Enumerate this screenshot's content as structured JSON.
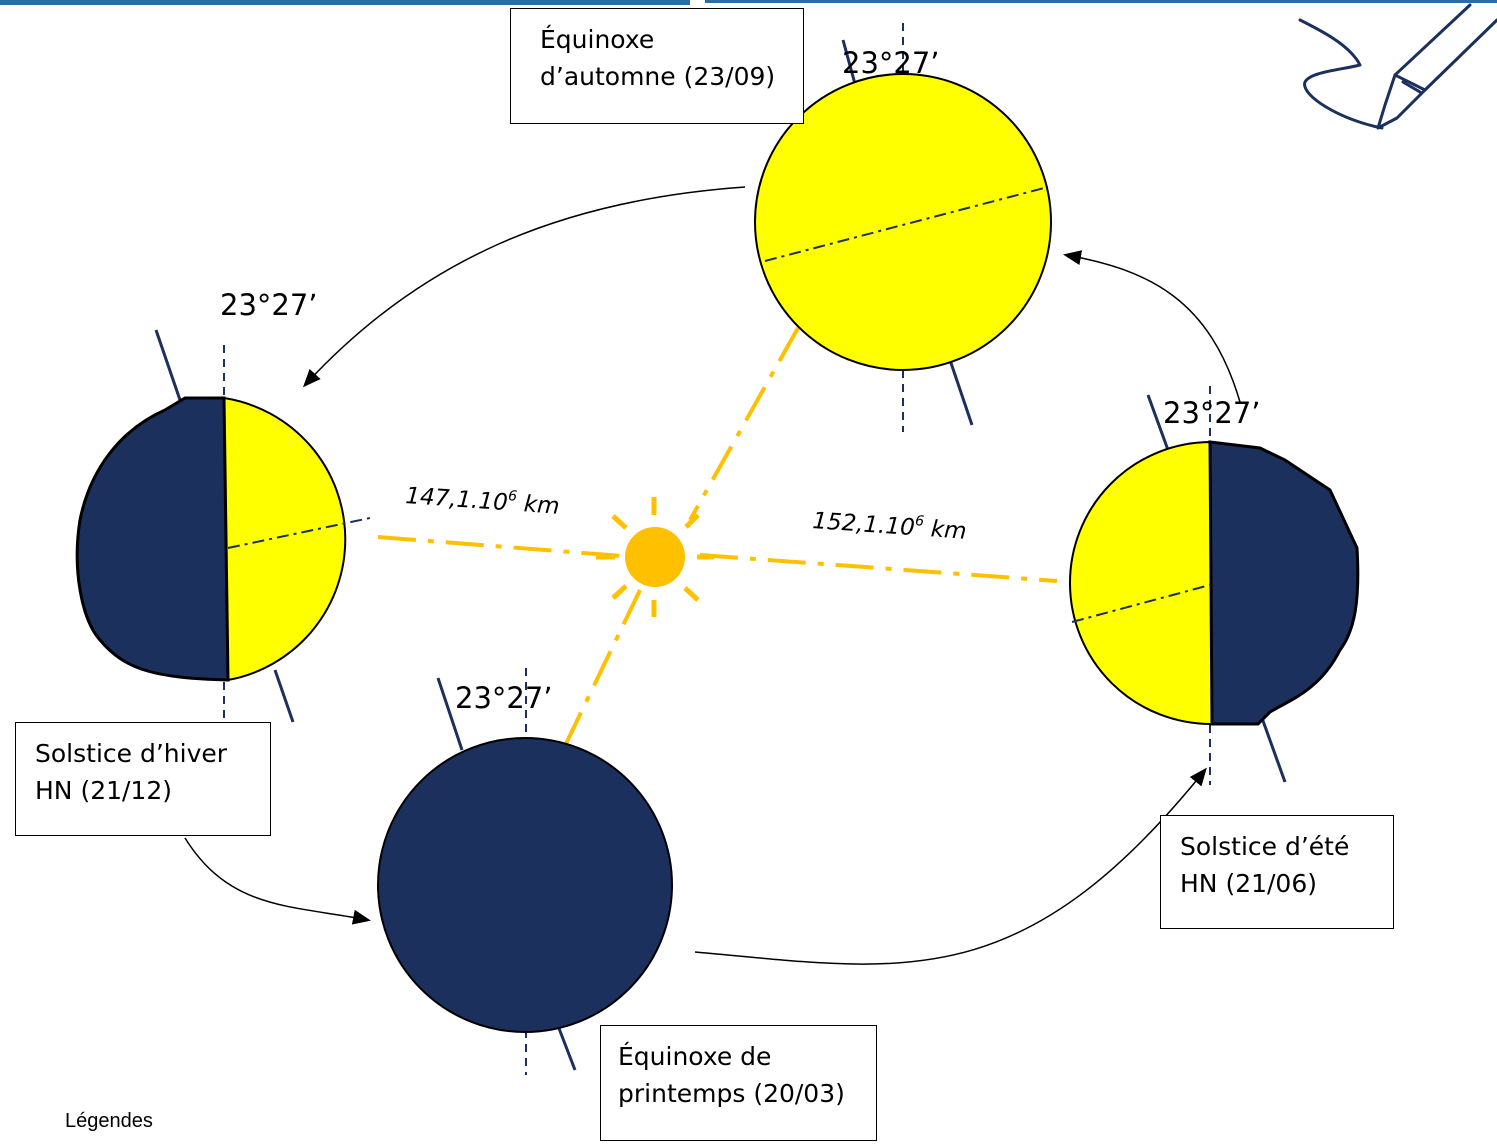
{
  "labels": {
    "autumn_equinox": {
      "line1": "Équinoxe",
      "line2": "d’automne (23/09)"
    },
    "winter_solstice": {
      "line1": "Solstice d’hiver",
      "line2": "HN (21/12)"
    },
    "spring_equinox": {
      "line1": "Équinoxe de",
      "line2": "printemps (20/03)"
    },
    "summer_solstice": {
      "line1": "Solstice d’été",
      "line2": "HN (21/06)"
    }
  },
  "tilt_angle": "23°27’",
  "distance_perihelion": {
    "mantissa": "147,1.10",
    "exponent": "6",
    "unit": " km"
  },
  "distance_aphelion": {
    "mantissa": "152,1.10",
    "exponent": "6",
    "unit": " km"
  },
  "legend": "Légendes",
  "colors": {
    "day": "#ffff00",
    "night": "#1b305c",
    "sun": "#ffc000",
    "orbit_line": "#ffc000",
    "axis": "#1b305c"
  },
  "icons": [
    "sun-icon",
    "pen-icon"
  ]
}
